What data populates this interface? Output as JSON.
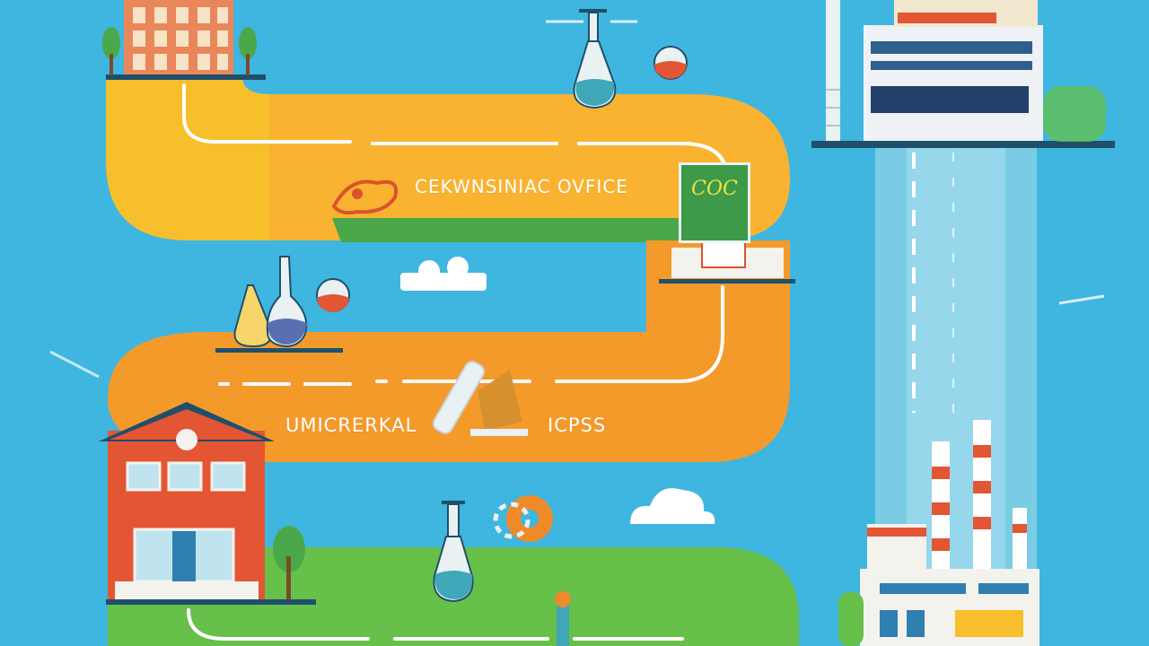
{
  "labels": {
    "top_road": "CEKWNSINIAC OVFICE",
    "middle_road_left": "UMICRERKAL",
    "middle_road_right": "ICPSS",
    "sign": "COC"
  },
  "colors": {
    "sky": "#3fb6df",
    "road_yellow": "#f7bf2c",
    "road_orange": "#f49a2b",
    "road_green": "#67c04a",
    "school_red": "#e35533",
    "dash": "#ffffff"
  },
  "icons": [
    "apartment-building",
    "flask-icon",
    "globe-icon",
    "office-sign",
    "factory-icon",
    "school-building",
    "tree-icon",
    "cloud-icon",
    "wrench-icon",
    "gear-icon"
  ]
}
